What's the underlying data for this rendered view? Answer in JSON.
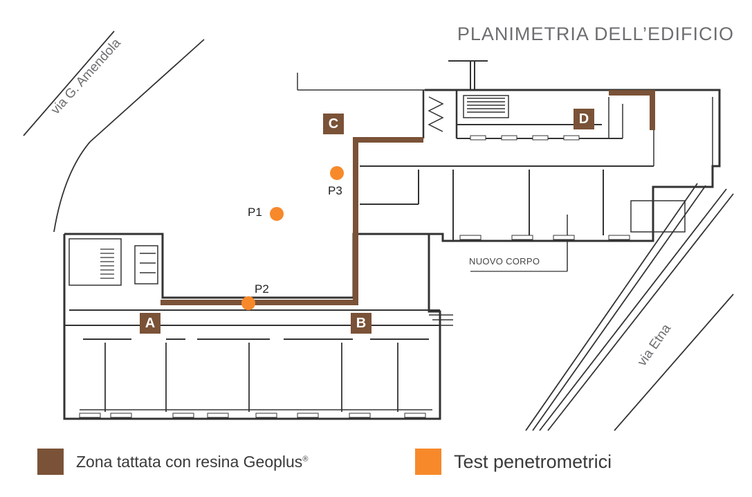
{
  "title": "PLANIMETRIA DELL’EDIFICIO",
  "streets": {
    "north_west": "via G. Amendola",
    "south_east": "via Etna"
  },
  "building_label": "NUOVO CORPO",
  "points": [
    {
      "id": "A",
      "label": "A"
    },
    {
      "id": "B",
      "label": "B"
    },
    {
      "id": "C",
      "label": "C"
    },
    {
      "id": "D",
      "label": "D"
    }
  ],
  "tests": [
    {
      "id": "P1",
      "label": "P1"
    },
    {
      "id": "P2",
      "label": "P2"
    },
    {
      "id": "P3",
      "label": "P3"
    }
  ],
  "legend": {
    "treated_zone": {
      "label": "Zona tattata con resina Geoplus",
      "mark": "®",
      "color": "#7a5237"
    },
    "penetrometric_tests": {
      "label": "Test penetrometrici",
      "color": "#f7892b"
    }
  },
  "colors": {
    "wall": "#3b3b3b",
    "treated": "#7a5237",
    "test": "#f7892b",
    "street": "#6d6e70"
  }
}
